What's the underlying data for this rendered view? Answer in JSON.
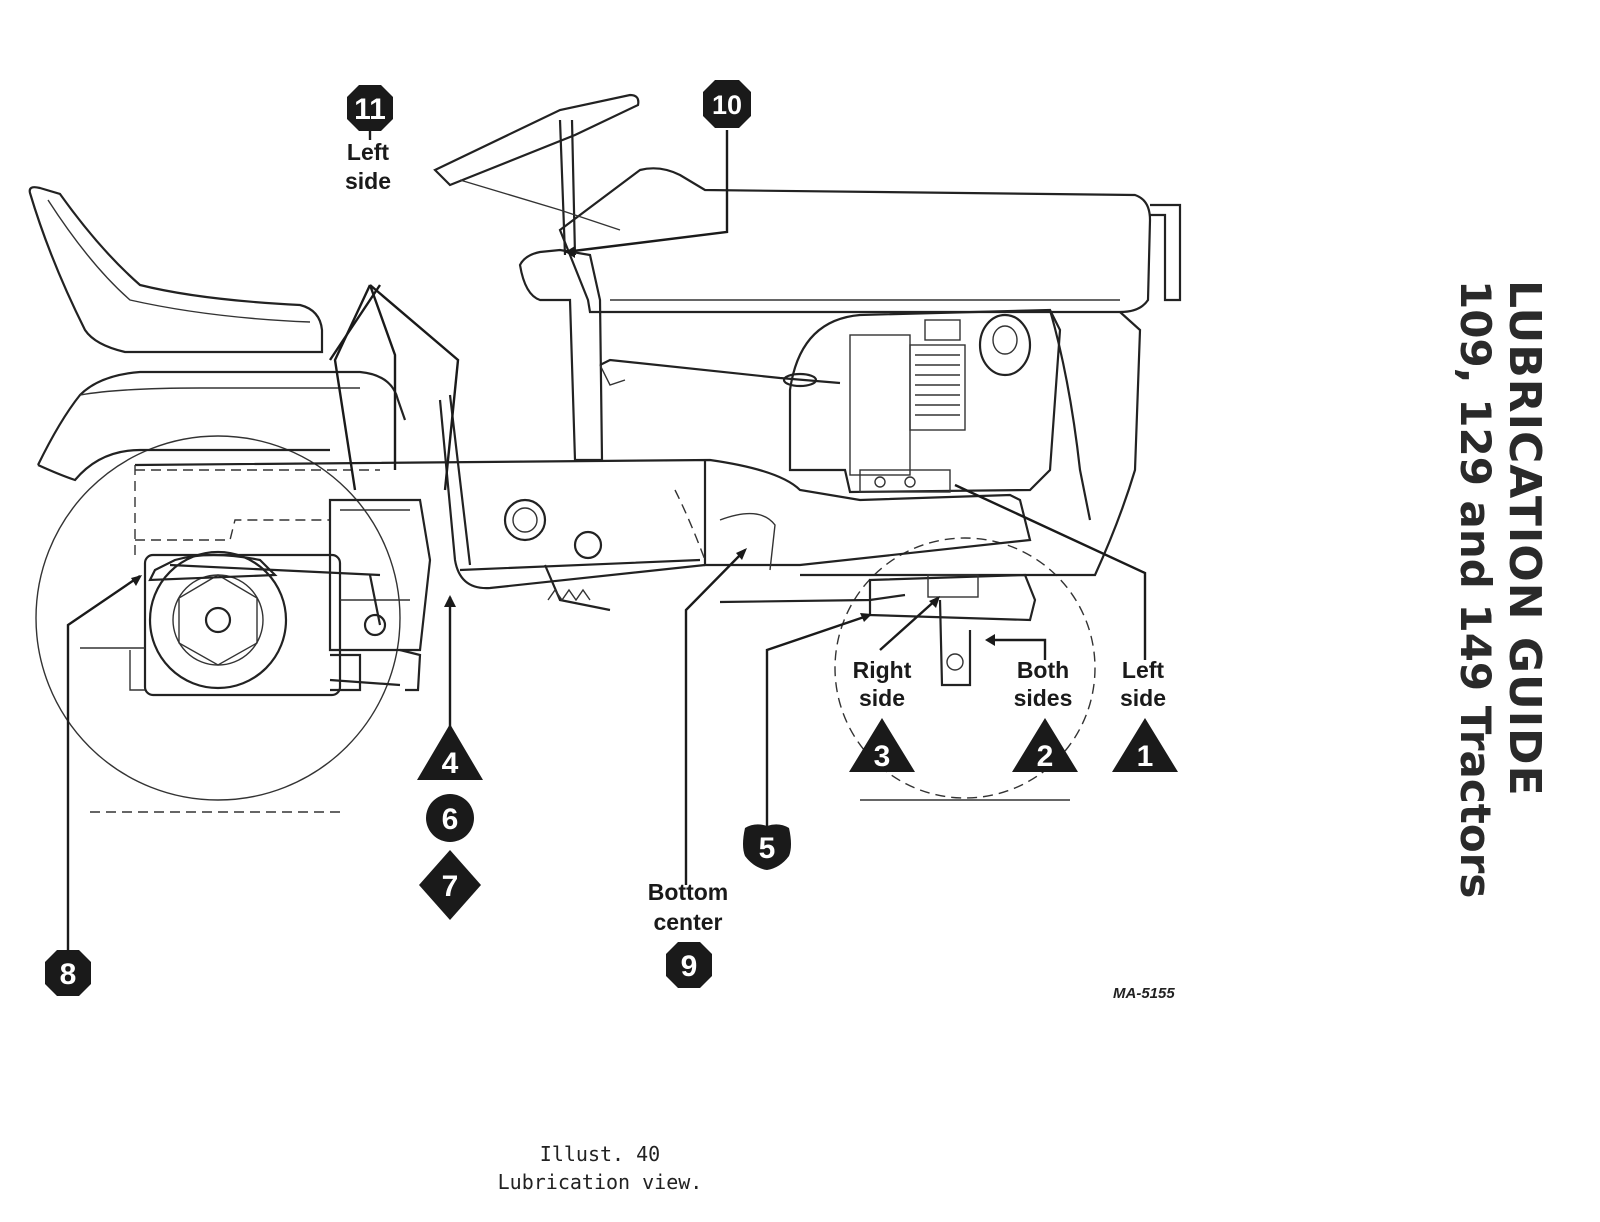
{
  "title": {
    "line1": "LUBRICATION GUIDE",
    "line2": "109, 129 and 149 Tractors"
  },
  "caption": {
    "line1": "Illust. 40",
    "line2": "Lubrication view."
  },
  "drawing_number": "MA-5155",
  "callouts": {
    "c1": {
      "number": "1",
      "shape": "triangle",
      "label1": "Left",
      "label2": "side"
    },
    "c2": {
      "number": "2",
      "shape": "triangle",
      "label1": "Both",
      "label2": "sides"
    },
    "c3": {
      "number": "3",
      "shape": "triangle",
      "label1": "Right",
      "label2": "side"
    },
    "c4": {
      "number": "4",
      "shape": "triangle"
    },
    "c5": {
      "number": "5",
      "shape": "shield"
    },
    "c6": {
      "number": "6",
      "shape": "circle"
    },
    "c7": {
      "number": "7",
      "shape": "diamond"
    },
    "c8": {
      "number": "8",
      "shape": "octagon"
    },
    "c9": {
      "number": "9",
      "shape": "octagon",
      "label1": "Bottom",
      "label2": "center"
    },
    "c10": {
      "number": "10",
      "shape": "octagon"
    },
    "c11": {
      "number": "11",
      "shape": "octagon",
      "label1": "Left",
      "label2": "side"
    }
  },
  "colors": {
    "ink": "#1a1a1a",
    "badge_fill": "#1a1a1a",
    "badge_text": "#ffffff",
    "paper": "#ffffff"
  }
}
